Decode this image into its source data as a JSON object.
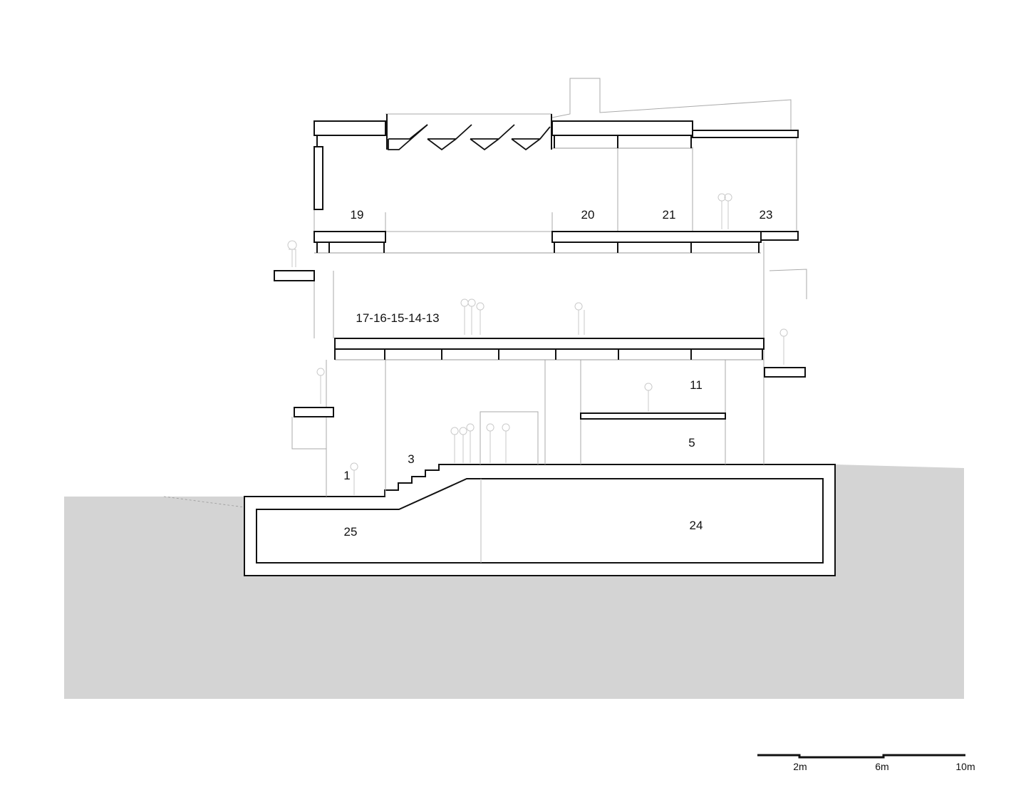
{
  "colors": {
    "ground": "#d4d4d4",
    "line": "#111111",
    "thin": "#aaaaaa",
    "people": "#c8c8c8"
  },
  "labels": {
    "l19": "19",
    "l20": "20",
    "l21": "21",
    "l23": "23",
    "l17": "17-16-15-14-13",
    "l11": "11",
    "l5": "5",
    "l3": "3",
    "l1": "1",
    "l24": "24",
    "l25": "25"
  },
  "scale_bar": {
    "ticks": [
      "2m",
      "6m",
      "10m"
    ]
  }
}
